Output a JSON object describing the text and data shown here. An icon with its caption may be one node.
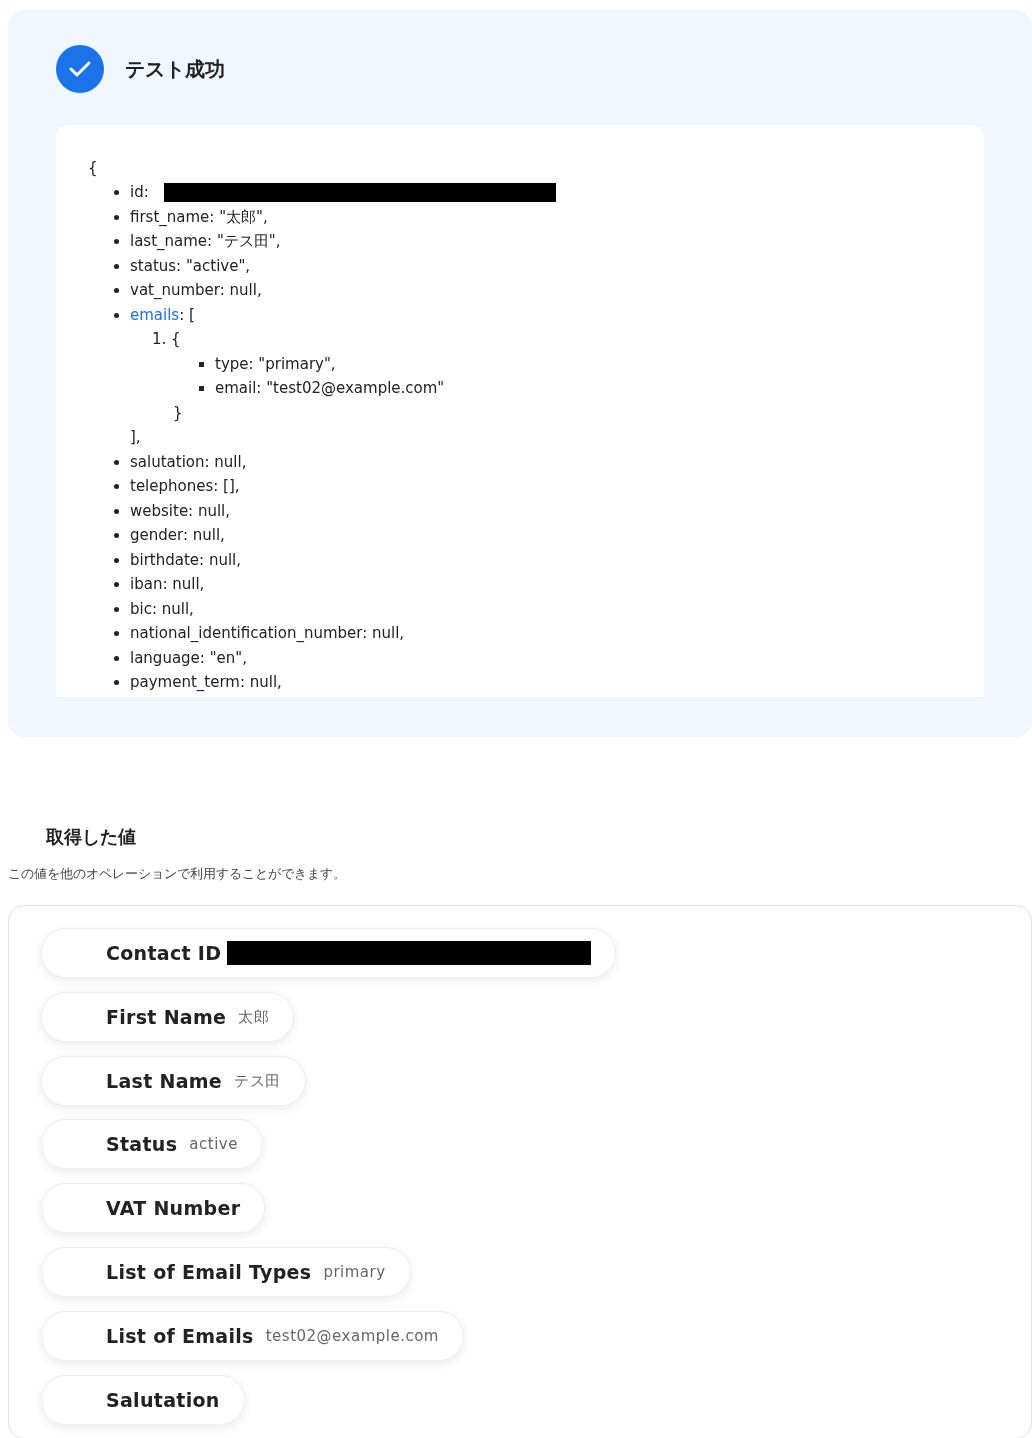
{
  "diagram": {
    "nodes": [
      {
        "text": [
          "テスト成功"
        ]
      },
      {
        "text": [
          "{",
          "id:",
          "first_name: \"太郎\",",
          "last_name: \"テス田\",",
          "status: \"active\",",
          "vat_number: null,",
          "emails: [",
          "1. {",
          "type: \"primary\",",
          "email: \"test02@example.com\"",
          "}",
          "],",
          "salutation: null,",
          "telephones: [],",
          "website: null,",
          "gender: null,",
          "birthdate: null,",
          "iban: null,",
          "bic: null,",
          "national_identification_number: null,",
          "language: \"en\",",
          "payment_term: null,"
        ],
        "in": 0
      },
      {
        "text": [],
        "shape": "box"
      },
      {
        "text": [
          "Contact ID"
        ],
        "in": 2
      },
      {
        "text": [
          "First Name",
          "太郎"
        ],
        "in": 2
      },
      {
        "text": [
          "Last Name",
          "テス田"
        ],
        "in": 2
      },
      {
        "text": [
          "Status",
          "active"
        ],
        "in": 2
      },
      {
        "text": [
          "VAT Number"
        ],
        "in": 2
      },
      {
        "text": [
          "List of Email Types",
          "primary"
        ],
        "in": 2
      },
      {
        "text": [
          "List of Emails",
          "test02@example.com"
        ],
        "in": 2
      },
      {
        "text": [
          "Salutation"
        ],
        "in": 2
      }
    ],
    "labels": [
      "取得した値",
      "この値を他のオペレーションで利用することができます。"
    ]
  }
}
